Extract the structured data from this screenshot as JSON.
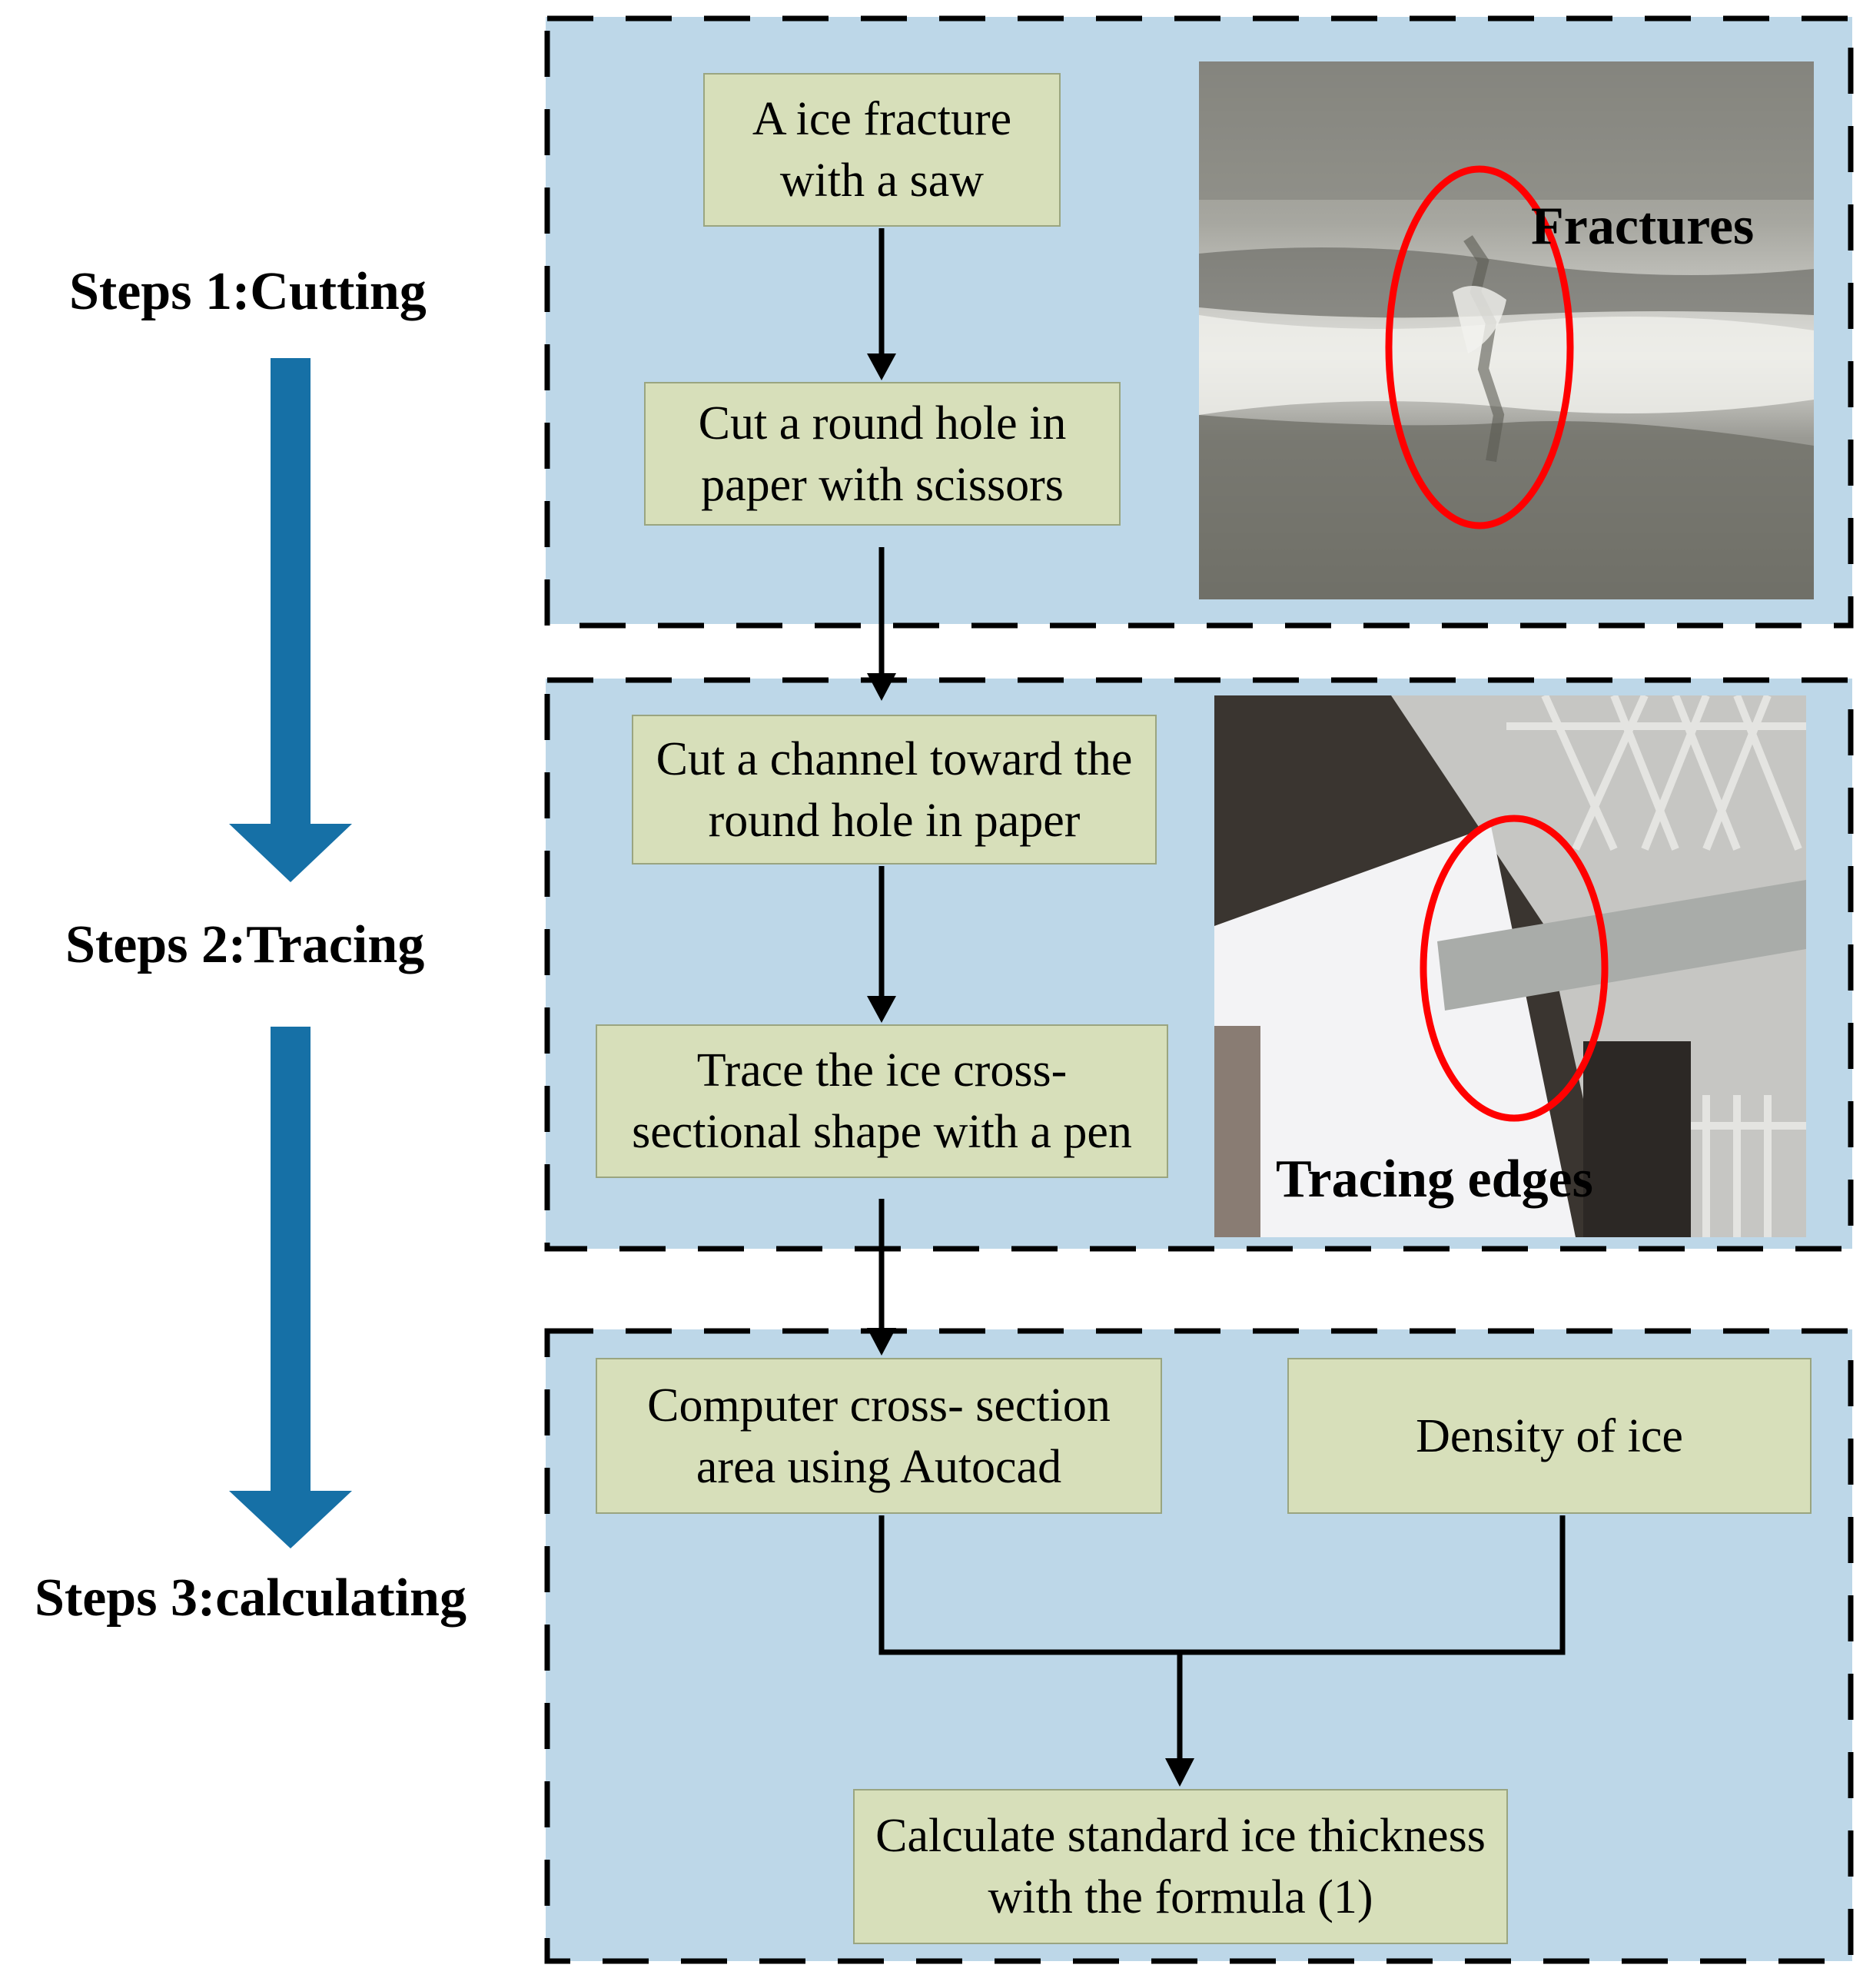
{
  "steps": [
    {
      "label": "Steps 1:Cutting"
    },
    {
      "label": "Steps 2:Tracing"
    },
    {
      "label": "Steps 3:calculating"
    }
  ],
  "panel1": {
    "box_a": "A ice fracture with a saw",
    "box_b": "Cut  a round hole in paper with scissors",
    "photo_label": "Fractures"
  },
  "panel2": {
    "box_a": "Cut a channel  toward the round hole in paper",
    "box_b": "Trace the ice cross-sectional shape with a pen",
    "photo_label": "Tracing edges"
  },
  "panel3": {
    "box_a": "Computer cross- section area using Autocad",
    "box_b": "Density of  ice",
    "box_c": "Calculate standard ice thickness with the formula (1)"
  },
  "colors": {
    "panel_fill": "#bdd7e8",
    "box_fill": "#d7dfba",
    "big_arrow": "#1670a6",
    "ellipse": "#ff0000"
  }
}
